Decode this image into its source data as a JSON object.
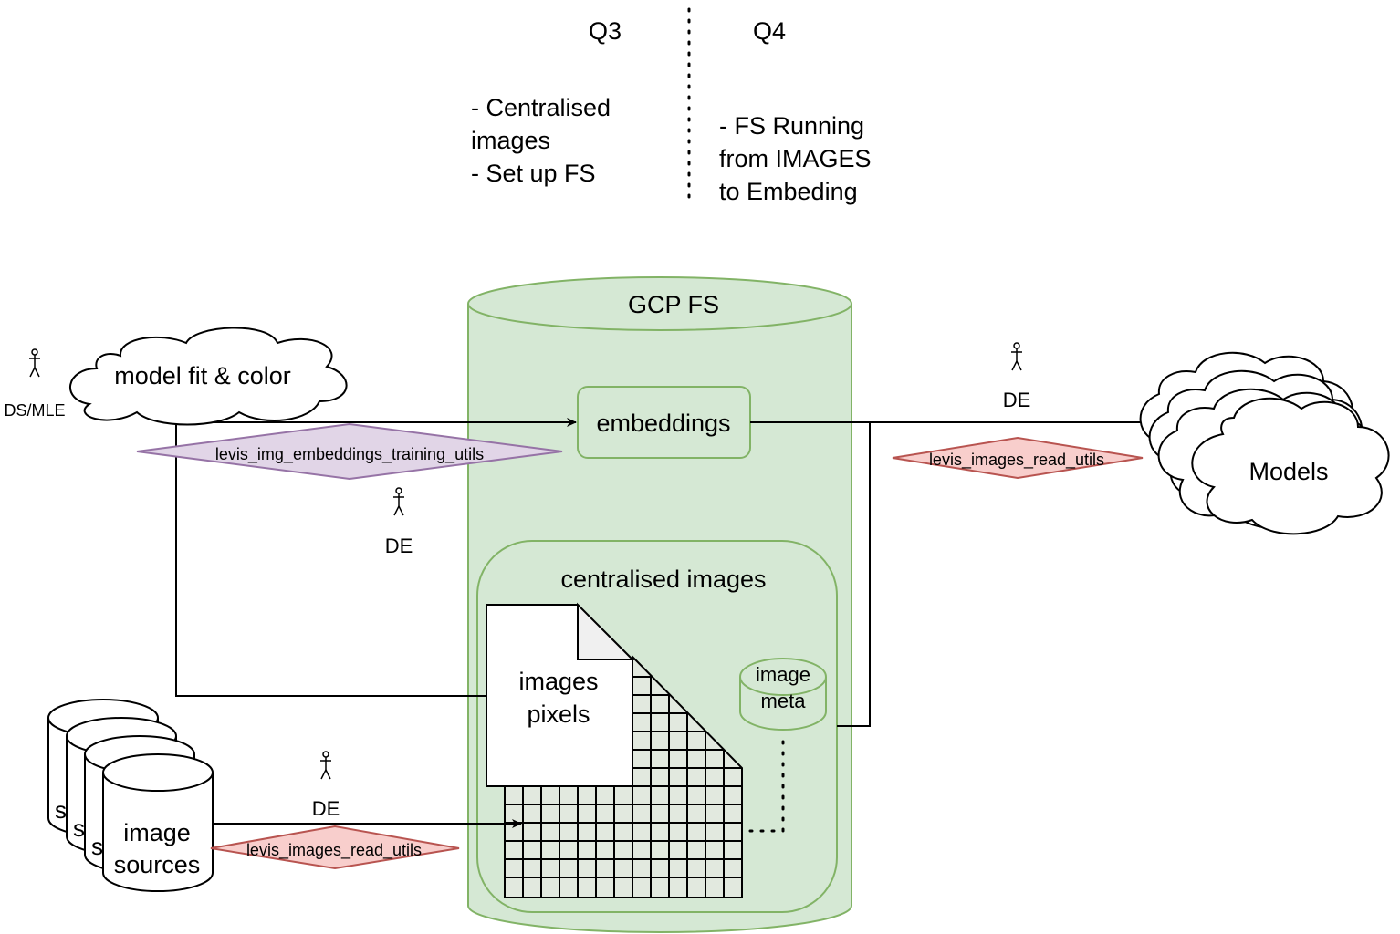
{
  "timeline": {
    "q3": {
      "label": "Q3",
      "lines": [
        "- Centralised",
        "images",
        "- Set up FS"
      ]
    },
    "q4": {
      "label": "Q4",
      "lines": [
        "- FS Running",
        "from IMAGES",
        "to Embeding"
      ]
    }
  },
  "store": {
    "title": "GCP FS",
    "embeddings": "embeddings",
    "centralised": {
      "title": "centralised images",
      "pixels": [
        "images",
        "pixels"
      ],
      "meta": [
        "image",
        "meta"
      ]
    }
  },
  "sources": {
    "label": [
      "image",
      "sources"
    ],
    "partial": "s"
  },
  "clouds": {
    "model_fit": "model fit & color",
    "models": "Models"
  },
  "roles": {
    "ds_mle": "DS/MLE",
    "de_training": "DE",
    "de_sources": "DE",
    "de_models": "DE"
  },
  "utils": {
    "training": "levis_img_embeddings_training_utils",
    "read_sources": "levis_images_read_utils",
    "read_models": "levis_images_read_utils"
  },
  "colors": {
    "green_fill": "#d5e8d4",
    "green_stroke": "#82b366",
    "purple_fill": "#e1d5e7",
    "purple_stroke": "#9673a6",
    "red_fill": "#f8cecc",
    "red_stroke": "#b85450"
  }
}
